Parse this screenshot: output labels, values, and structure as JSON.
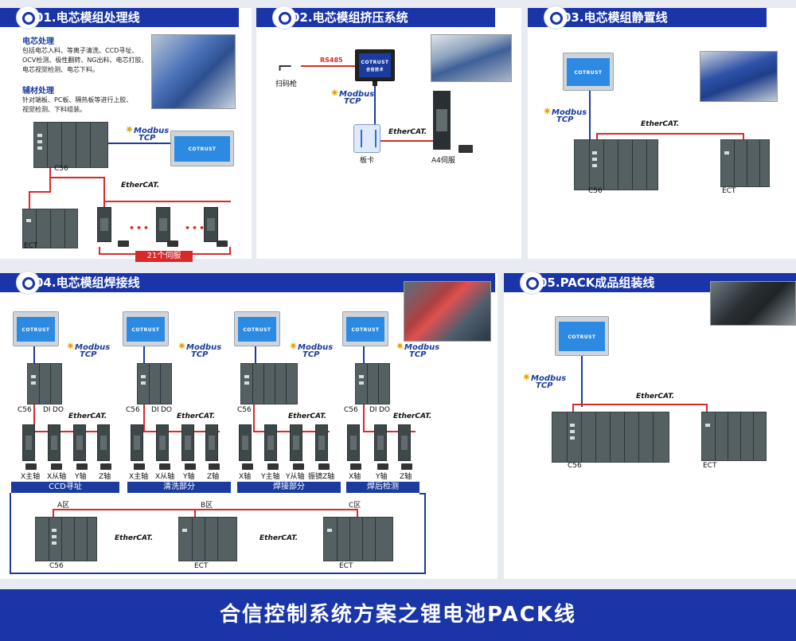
{
  "panel1": {
    "title": "01.电芯模组处理线",
    "sec1_title": "电芯处理",
    "sec1_line1": "包括电芯入料、等离子清洗、CCD寻址、",
    "sec1_line2": "OCV检测、极性翻转、NG出料、电芯打胶、",
    "sec1_line3": "电芯视觉检测、电芯下料。",
    "sec2_title": "辅材处理",
    "sec2_line1": "针对端板、PC板、隔热板等进行上胶、",
    "sec2_line2": "视觉检测、下料组装。",
    "modbus": "Modbus",
    "tcp": "TCP",
    "hmi_logo": "COTRUST",
    "c56": "C56",
    "ect": "ECT",
    "ethercat": "EtherCAT.",
    "dots": "•••",
    "servo_count": "21个伺服"
  },
  "panel2": {
    "title": "02.电芯模组挤压系统",
    "scanner": "扫码枪",
    "rs485": "RS485",
    "monitor_logo": "COTRUST",
    "monitor_sub": "合信技术",
    "modbus": "Modbus",
    "tcp": "TCP",
    "card": "板卡",
    "ethercat": "EtherCAT.",
    "servo": "A4伺服"
  },
  "panel3": {
    "title": "03.电芯模组静置线",
    "hmi_logo": "COTRUST",
    "modbus": "Modbus",
    "tcp": "TCP",
    "ethercat": "EtherCAT.",
    "c56": "C56",
    "ect": "ECT"
  },
  "panel4": {
    "title": "04.电芯模组焊接线",
    "hmi_logo": "COTRUST",
    "modbus": "Modbus",
    "tcp": "TCP",
    "ethercat": "EtherCAT.",
    "c56": "C56",
    "di": "DI",
    "do": "DO",
    "groups": [
      {
        "axes": [
          "X主轴",
          "X从轴",
          "Y轴",
          "Z轴"
        ],
        "section": "CCD寻址"
      },
      {
        "axes": [
          "X主轴",
          "X从轴",
          "Y轴",
          "Z轴"
        ],
        "section": "清洗部分"
      },
      {
        "axes": [
          "X轴",
          "Y主轴",
          "Y从轴",
          "振镜Z轴"
        ],
        "section": "焊接部分"
      },
      {
        "axes": [
          "X轴",
          "Y轴",
          "Z轴"
        ],
        "section": "焊后检测"
      }
    ],
    "zone_a": "A区",
    "zone_b": "B区",
    "zone_c": "C区",
    "bottom_c56": "C56",
    "bottom_ect1": "ECT",
    "bottom_ect2": "ECT"
  },
  "panel5": {
    "title": "05.PACK成品组装线",
    "hmi_logo": "COTRUST",
    "modbus": "Modbus",
    "tcp": "TCP",
    "ethercat": "EtherCAT.",
    "c56": "C56",
    "ect": "ECT"
  },
  "footer": {
    "title": "合信控制系统方案之锂电池PACK线"
  },
  "colors": {
    "header_blue": "#1a35a8",
    "ethercat_red": "#d72a2a",
    "modbus_blue": "#1b3c9e"
  }
}
